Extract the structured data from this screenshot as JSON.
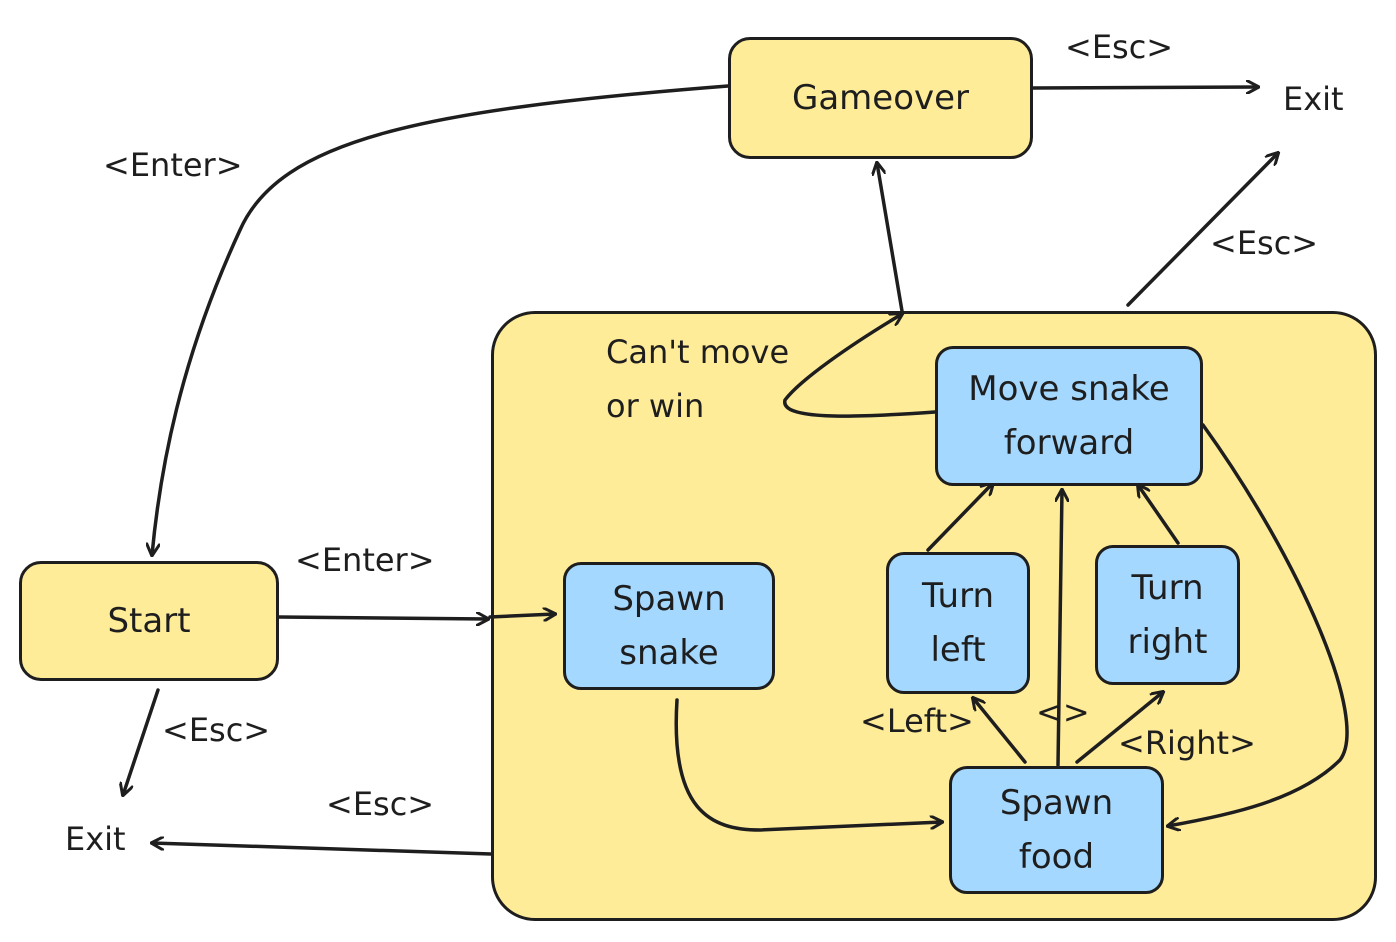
{
  "nodes": {
    "gameover": "Gameover",
    "start": "Start",
    "exit_top": "Exit",
    "exit_bottom": "Exit",
    "spawn_snake": "Spawn\nsnake",
    "spawn_food": "Spawn\nfood",
    "move_snake": "Move snake\nforward",
    "turn_left": "Turn\nleft",
    "turn_right": "Turn\nright"
  },
  "edges": {
    "gameover_to_start": "<Enter>",
    "gameover_to_exit": "<Esc>",
    "game_to_exit_top": "<Esc>",
    "start_to_game": "<Enter>",
    "start_to_exit": "<Esc>",
    "game_to_exit_bottom": "<Esc>",
    "cant_move": "Can't move\nor win",
    "left_key": "<Left>",
    "no_key": "<>",
    "right_key": "<Right>"
  },
  "colors": {
    "yellow": "#ffec99",
    "blue": "#a5d8ff",
    "stroke": "#1e1e1e"
  }
}
